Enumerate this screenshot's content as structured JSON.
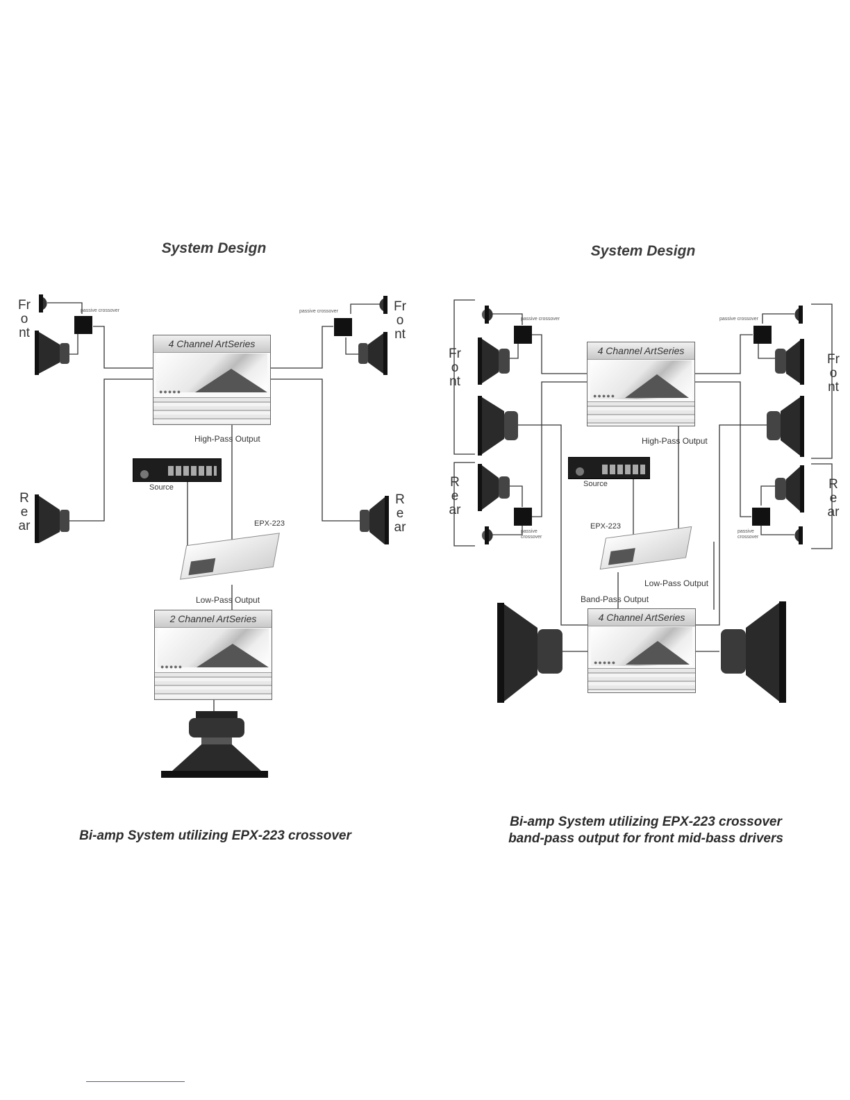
{
  "left": {
    "heading": "System Design",
    "caption": "Bi-amp System utilizing EPX-223 crossover",
    "front": "Front",
    "rear": "Rear",
    "xover_left": "passive crossover",
    "xover_right": "passive crossover",
    "amp_top": "4 Channel ArtSeries",
    "amp_bottom": "2 Channel ArtSeries",
    "high_pass": "High-Pass Output",
    "low_pass": "Low-Pass Output",
    "source": "Source",
    "epx": "EPX-223"
  },
  "right": {
    "heading": "System Design",
    "caption_line1": "Bi-amp System utilizing EPX-223 crossover",
    "caption_line2": "band-pass output for front mid-bass drivers",
    "front": "Front",
    "rear": "Rear",
    "xover_tl": "passive crossover",
    "xover_tr": "passive crossover",
    "xover_bl": "passive crossover",
    "xover_br": "passive crossover",
    "amp_top": "4 Channel ArtSeries",
    "amp_bottom": "4 Channel ArtSeries",
    "high_pass": "High-Pass Output",
    "low_pass": "Low-Pass Output",
    "band_pass": "Band-Pass Output",
    "source": "Source",
    "epx": "EPX-223"
  },
  "icons": {
    "speaker": "speaker-icon",
    "tweeter": "tweeter-icon",
    "subwoofer": "subwoofer-icon",
    "crossover": "crossover-box"
  },
  "colors": {
    "ink": "#222222",
    "wire": "#333333",
    "speaker_dark": "#1a1a1a"
  }
}
